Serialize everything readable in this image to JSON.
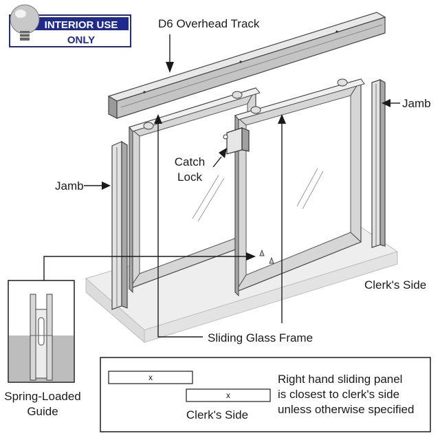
{
  "badge": {
    "line1": "INTERIOR USE",
    "line2": "ONLY",
    "icon": "lightbulb-icon",
    "color": "#1f2a8c"
  },
  "labels": {
    "track": "D6 Overhead Track",
    "jamb_right": "Jamb",
    "jamb_left": "Jamb",
    "catch_line1": "Catch",
    "catch_line2": "Lock",
    "clerks_side": "Clerk's Side",
    "sliding_frame": "Sliding Glass Frame",
    "guide_line1": "Spring-Loaded",
    "guide_line2": "Guide"
  },
  "legend": {
    "panel_mark_1": "x",
    "panel_mark_2": "x",
    "side_label": "Clerk's Side",
    "note_line1": "Right hand sliding panel",
    "note_line2": "is closest to clerk's side",
    "note_line3": "unless otherwise specified"
  }
}
